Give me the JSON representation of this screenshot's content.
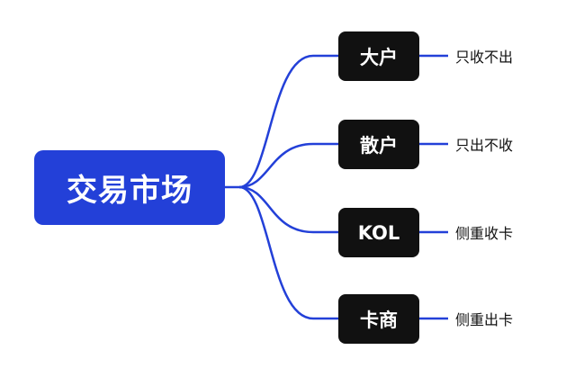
{
  "root": {
    "label": "交易市场"
  },
  "branches": [
    {
      "label": "大户",
      "detail": "只收不出"
    },
    {
      "label": "散户",
      "detail": "只出不收"
    },
    {
      "label": "KOL",
      "detail": "侧重收卡"
    },
    {
      "label": "卡商",
      "detail": "侧重出卡"
    }
  ],
  "colors": {
    "root_fill": "#2340d8",
    "node_fill": "#111111",
    "connector": "#2340d8"
  }
}
